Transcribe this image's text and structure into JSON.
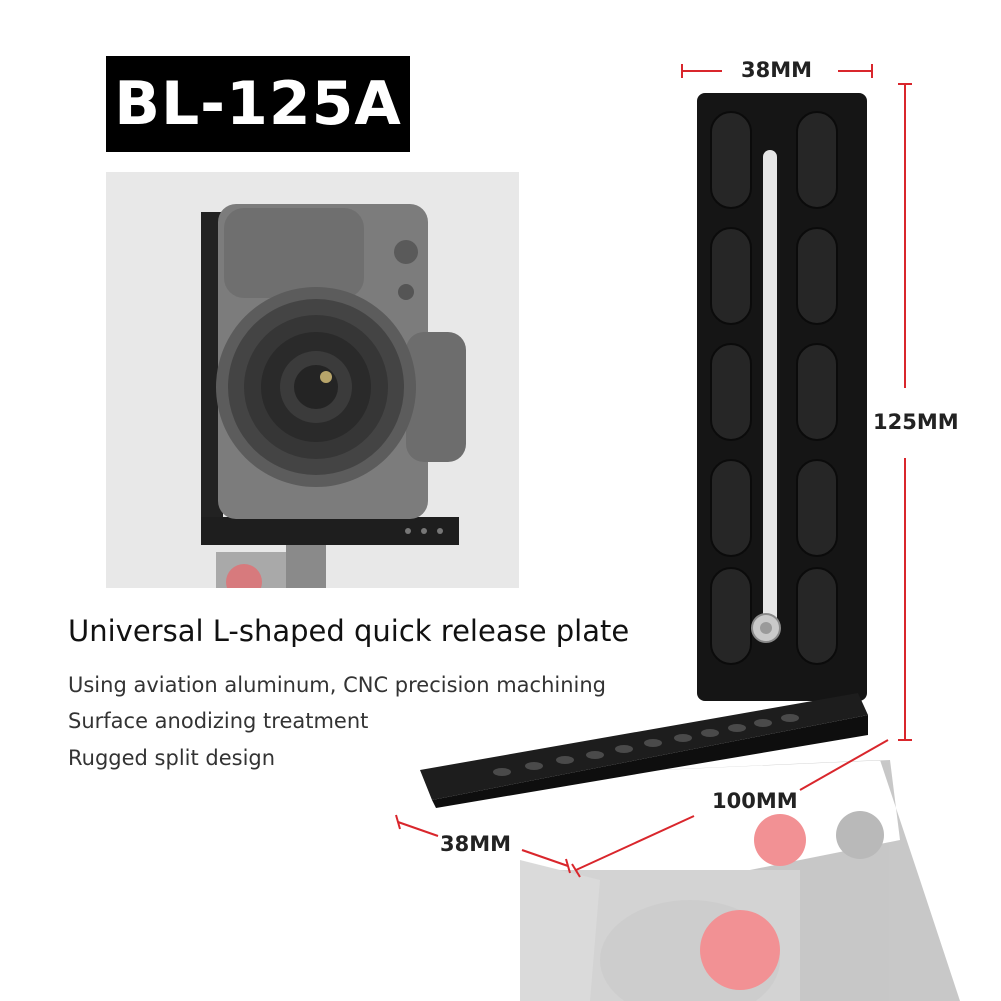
{
  "product": {
    "model": "BL-125A",
    "headline": "Universal L-shaped quick release plate",
    "features": [
      "Using aviation aluminum, CNC precision machining",
      "Surface anodizing treatment",
      "Rugged split design"
    ]
  },
  "dimensions": {
    "top_width": "38MM",
    "height": "125MM",
    "base_length": "100MM",
    "base_depth": "38MM"
  },
  "colors": {
    "dimension_line": "#d9262c",
    "plate": "#141414",
    "knob": "#e8383d"
  }
}
